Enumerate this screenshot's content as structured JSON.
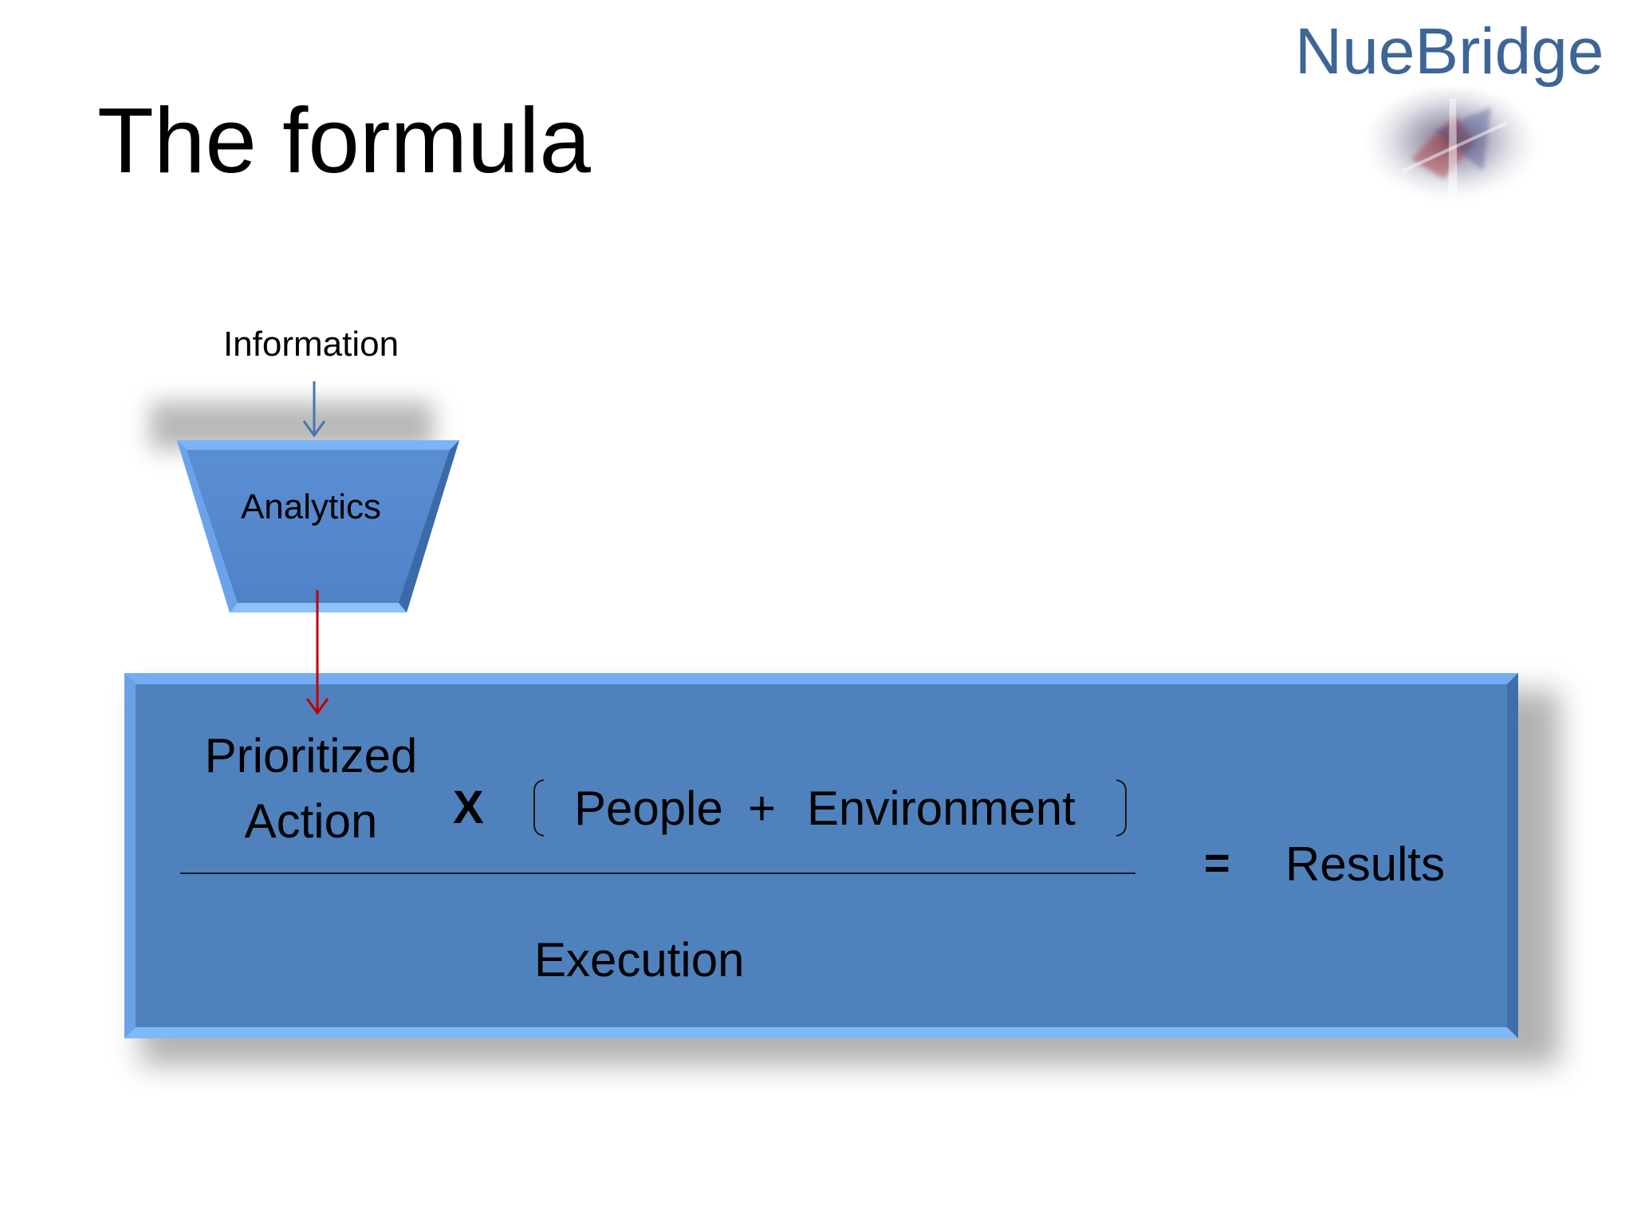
{
  "slide": {
    "title": "The formula",
    "brand": "NueBridge"
  },
  "diagram": {
    "input_label": "Information",
    "funnel_label": "Analytics",
    "numerator": {
      "line1": "Prioritized",
      "line2": "Action",
      "operator_times": "X",
      "people": "People",
      "operator_plus": "+",
      "environment": "Environment"
    },
    "denominator": "Execution",
    "equals": "=",
    "result": "Results"
  },
  "colors": {
    "box_blue": "#4f81bd",
    "box_highlight": "#6fa8f0",
    "brand_text": "#3d6596",
    "info_arrow": "#4a74b3",
    "analytics_arrow": "#c00000"
  },
  "icons": {
    "brand_graphic": "abstract-logo-graphic"
  }
}
